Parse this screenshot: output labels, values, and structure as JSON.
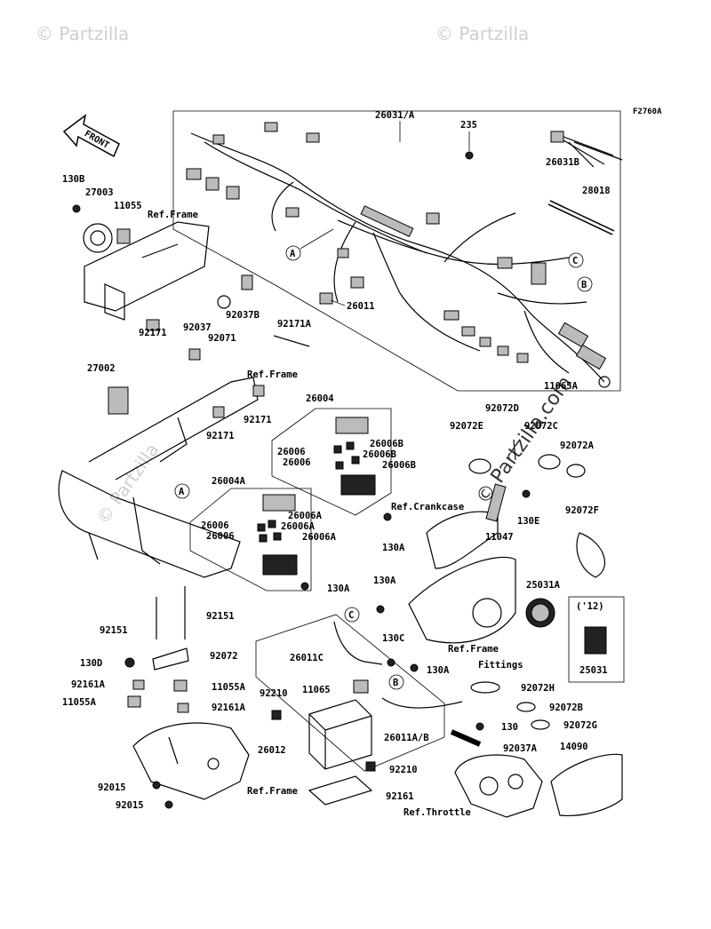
{
  "diagram_code": "F2760A",
  "front_label": "FRONT",
  "watermark": "© Partzilla.com",
  "watermark_corner": "© Partzilla",
  "labels": {
    "l26031A": "26031/A",
    "l235": "235",
    "l26031B": "26031B",
    "l28018": "28018",
    "l130B": "130B",
    "l27003": "27003",
    "l11055": "11055",
    "lRefFrame1": "Ref.Frame",
    "l92037": "92037",
    "l92037B": "92037B",
    "l92071": "92071",
    "l92171A": "92171A",
    "l26011": "26011",
    "l92171a": "92171",
    "l11065A": "11065A",
    "l27002": "27002",
    "lRefFrame2": "Ref.Frame",
    "l92171b": "92171",
    "l92171c": "92171",
    "l26004": "26004",
    "l26006a": "26006",
    "l26006b": "26006",
    "l26006B1": "26006B",
    "l26006B2": "26006B",
    "l26006B3": "26006B",
    "l26004A": "26004A",
    "l26006c": "26006",
    "l26006d": "26006",
    "l26006A1": "26006A",
    "l26006A2": "26006A",
    "l26006A3": "26006A",
    "l130A1": "130A",
    "l130A2": "130A",
    "l130A3": "130A",
    "l130A4": "130A",
    "l92072D": "92072D",
    "l92072E": "92072E",
    "l92072C": "92072C",
    "l92072A": "92072A",
    "lRefCrankcase": "Ref.Crankcase",
    "l130E": "130E",
    "l11047": "11047",
    "l92072F": "92072F",
    "l25031A": "25031A",
    "l12": "('12)",
    "l25031": "25031",
    "lRefFrameFittings1": "Ref.Frame",
    "lRefFrameFittings2": "Fittings",
    "l92151a": "92151",
    "l92151b": "92151",
    "l130D": "130D",
    "l92072": "92072",
    "l92161A": "92161A",
    "l11055A": "11055A",
    "l11055Ar": "11055A",
    "l92161Ar": "92161A",
    "l26011C": "26011C",
    "l130C": "130C",
    "l11065": "11065",
    "l92210a": "92210",
    "l92210b": "92210",
    "l26012": "26012",
    "l26011AB": "26011A/B",
    "l92072H": "92072H",
    "l92072B": "92072B",
    "l92072G": "92072G",
    "l130": "130",
    "l92037A": "92037A",
    "l14090": "14090",
    "l92161": "92161",
    "l92015a": "92015",
    "l92015b": "92015",
    "lRefFrame3": "Ref.Frame",
    "lRefThrottle": "Ref.Throttle",
    "callA1": "A",
    "callA2": "A",
    "callB1": "B",
    "callB2": "B",
    "callC1": "C",
    "callC2": "C"
  }
}
